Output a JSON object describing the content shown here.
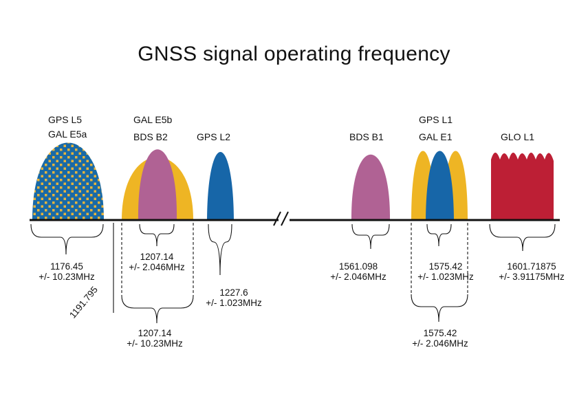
{
  "title": "GNSS signal operating frequency",
  "colors": {
    "gps_l5_blue": "#1a6aa6",
    "gps_l5_yellow": "#e8b43a",
    "gal_e5b_yellow": "#eeb524",
    "bds_purple": "#b06294",
    "gps_blue": "#1766a8",
    "glo_red": "#bd1f35",
    "axis": "#111111"
  },
  "signals": {
    "gps_l5": "GPS L5",
    "gal_e5a": "GAL E5a",
    "gal_e5b": "GAL E5b",
    "bds_b2": "BDS B2",
    "gps_l2": "GPS L2",
    "bds_b1": "BDS B1",
    "gps_l1": "GPS L1",
    "gal_e1": "GAL E1",
    "glo_l1": "GLO L1"
  },
  "axis_break": "//",
  "frequencies": {
    "l5_center": "1176.45",
    "l5_bw": "+/- 10.23MHz",
    "e5b_center": "1207.14",
    "e5b_bw": "+/- 2.046MHz",
    "e5b_wide_center": "1207.14",
    "e5b_wide_bw": "+/- 10.23MHz",
    "e5_split": "1191.795",
    "l2_center": "1227.6",
    "l2_bw": "+/- 1.023MHz",
    "b1_center": "1561.098",
    "b1_bw": "+/- 2.046MHz",
    "l1_center": "1575.42",
    "l1_bw": "+/- 1.023MHz",
    "l1_wide_center": "1575.42",
    "l1_wide_bw": "+/- 2.046MHz",
    "glo_center": "1601.71875",
    "glo_bw": "+/- 3.91175MHz"
  }
}
